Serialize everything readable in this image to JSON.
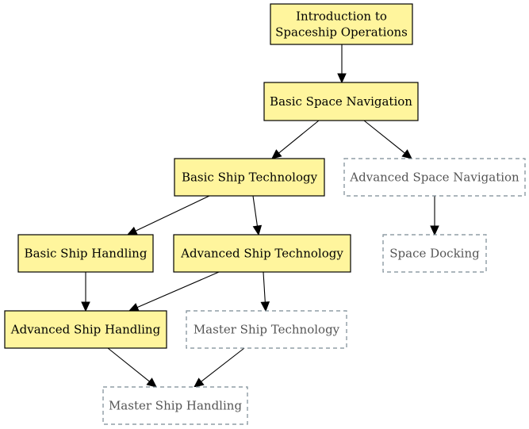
{
  "colors": {
    "unlocked_fill": "#fff59d",
    "unlocked_border": "#000000",
    "unlocked_text": "#000000",
    "locked_fill": "#ffffff",
    "locked_border": "#7a8a94",
    "locked_text": "#555555",
    "edge": "#000000"
  },
  "nodes": [
    {
      "id": "intro",
      "lines": [
        "Introduction to",
        "Spaceship Operations"
      ],
      "state": "unlocked"
    },
    {
      "id": "basic-nav",
      "lines": [
        "Basic Space Navigation"
      ],
      "state": "unlocked"
    },
    {
      "id": "basic-tech",
      "lines": [
        "Basic Ship Technology"
      ],
      "state": "unlocked"
    },
    {
      "id": "adv-nav",
      "lines": [
        "Advanced Space Navigation"
      ],
      "state": "locked"
    },
    {
      "id": "basic-handling",
      "lines": [
        "Basic Ship Handling"
      ],
      "state": "unlocked"
    },
    {
      "id": "adv-tech",
      "lines": [
        "Advanced Ship Technology"
      ],
      "state": "unlocked"
    },
    {
      "id": "docking",
      "lines": [
        "Space Docking"
      ],
      "state": "locked"
    },
    {
      "id": "adv-handling",
      "lines": [
        "Advanced Ship Handling"
      ],
      "state": "unlocked"
    },
    {
      "id": "master-tech",
      "lines": [
        "Master Ship Technology"
      ],
      "state": "locked"
    },
    {
      "id": "master-handling",
      "lines": [
        "Master Ship Handling"
      ],
      "state": "locked"
    }
  ],
  "edges": [
    {
      "from": "intro",
      "to": "basic-nav"
    },
    {
      "from": "basic-nav",
      "to": "basic-tech"
    },
    {
      "from": "basic-nav",
      "to": "adv-nav"
    },
    {
      "from": "basic-tech",
      "to": "basic-handling"
    },
    {
      "from": "basic-tech",
      "to": "adv-tech"
    },
    {
      "from": "adv-nav",
      "to": "docking"
    },
    {
      "from": "basic-handling",
      "to": "adv-handling"
    },
    {
      "from": "adv-tech",
      "to": "adv-handling"
    },
    {
      "from": "adv-tech",
      "to": "master-tech"
    },
    {
      "from": "adv-handling",
      "to": "master-handling"
    },
    {
      "from": "master-tech",
      "to": "master-handling"
    }
  ]
}
